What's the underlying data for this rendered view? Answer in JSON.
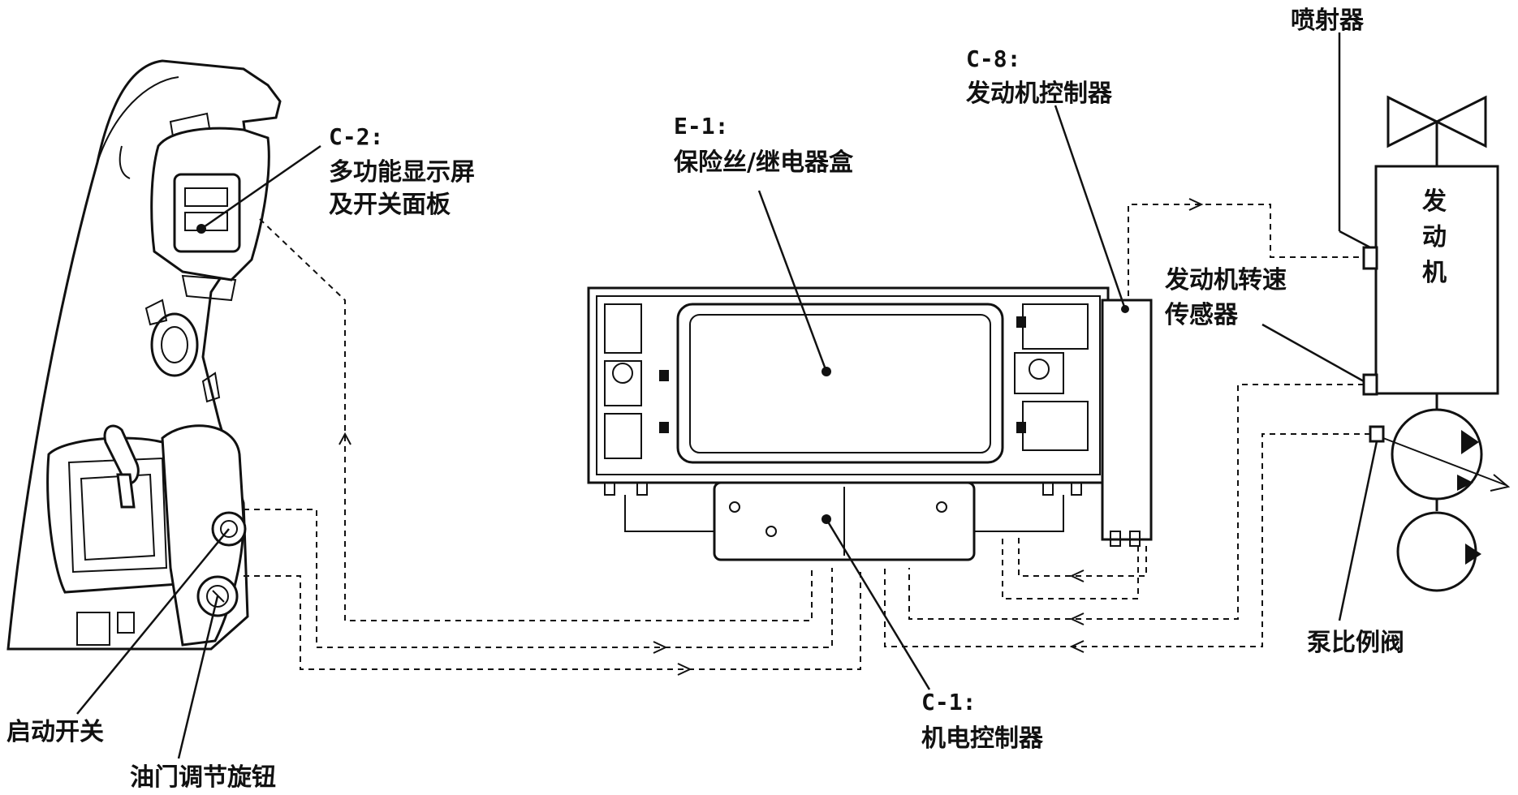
{
  "labels": {
    "c2_code": "C-2:",
    "c2_line1": "多功能显示屏",
    "c2_line2": "及开关面板",
    "e1_code": "E-1:",
    "e1_line1": "保险丝/继电器盒",
    "c8_code": "C-8:",
    "c8_line1": "发动机控制器",
    "injector": "喷射器",
    "engine_1": "发",
    "engine_2": "动",
    "engine_3": "机",
    "speed_sensor_1": "发动机转速",
    "speed_sensor_2": "传感器",
    "pump_valve": "泵比例阀",
    "start_switch": "启动开关",
    "throttle_knob": "油门调节旋钮",
    "c1_code": "C-1:",
    "c1_line1": "机电控制器"
  }
}
